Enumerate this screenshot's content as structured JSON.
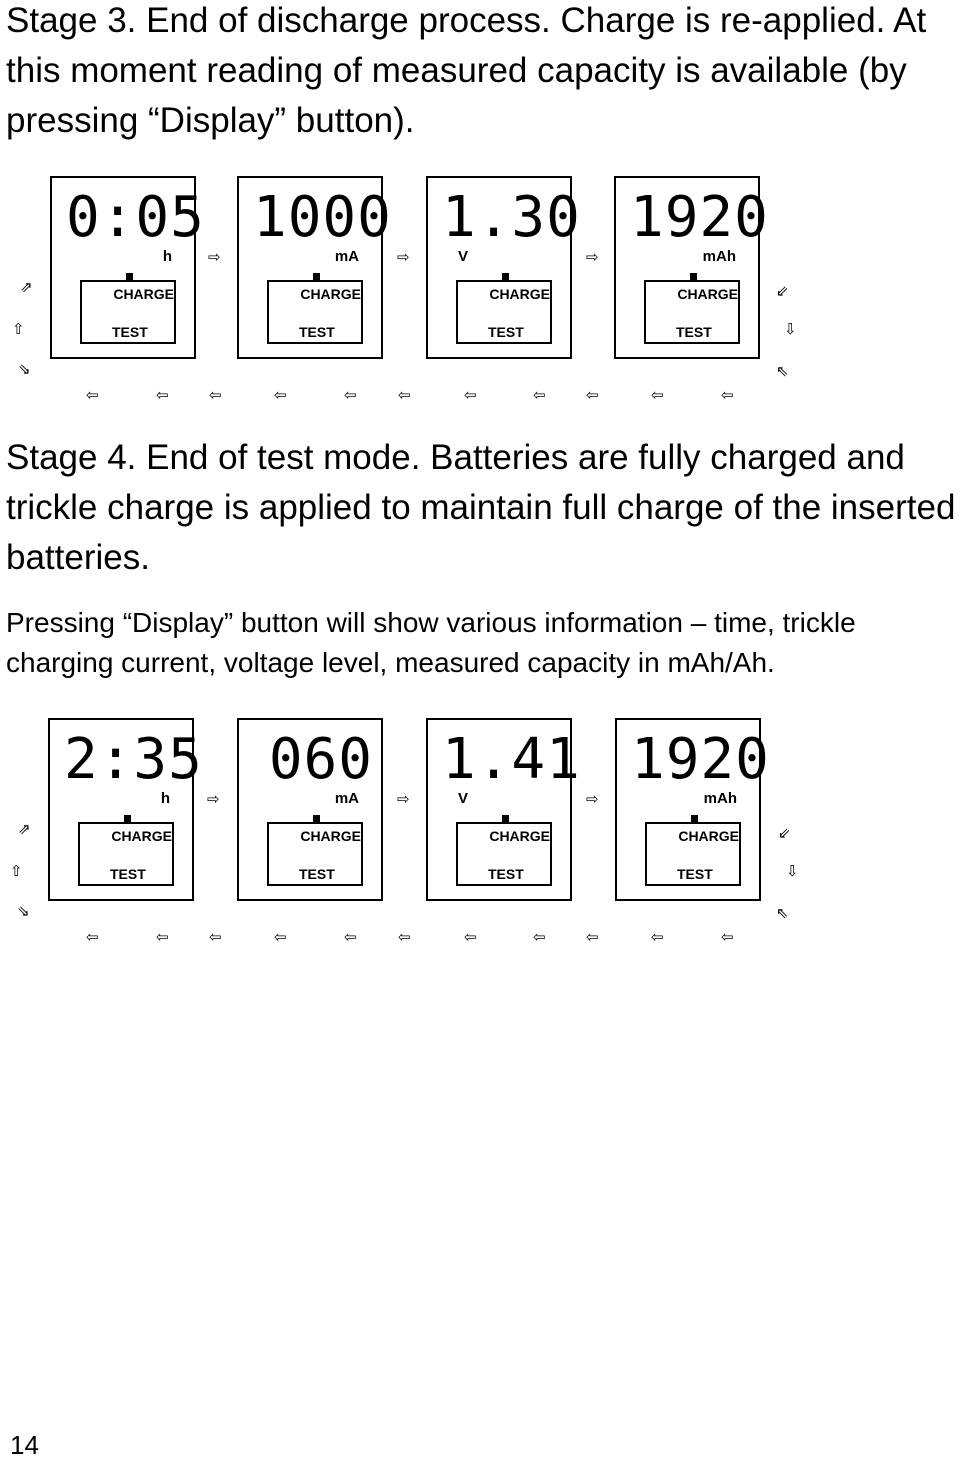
{
  "stage3": {
    "paragraph": "Stage 3. End of discharge process. Charge is re-applied. At this moment reading of measured capacity is available (by pressing “Display” button)."
  },
  "figure1": {
    "panels": [
      {
        "readout": "0:05",
        "unit": "h",
        "charge": "CHARGE",
        "test": "TEST"
      },
      {
        "readout": "1000",
        "unit": "mA",
        "charge": "CHARGE",
        "test": "TEST"
      },
      {
        "readout": "1.30",
        "unit": "V",
        "charge": "CHARGE",
        "test": "TEST"
      },
      {
        "readout": "1920",
        "unit": "mAh",
        "charge": "CHARGE",
        "test": "TEST"
      }
    ]
  },
  "stage4": {
    "paragraph": "Stage 4. End of test mode. Batteries are fully charged and trickle charge is applied to maintain full charge of the inserted batteries.",
    "info": "Pressing “Display” button will show various information – time, trickle charging current, voltage level, measured capacity in mAh/Ah."
  },
  "figure2": {
    "panels": [
      {
        "readout": "2:35",
        "unit": "h",
        "charge": "CHARGE",
        "test": "TEST"
      },
      {
        "readout": "060",
        "unit": "mA",
        "charge": "CHARGE",
        "test": "TEST"
      },
      {
        "readout": "1.41",
        "unit": "V",
        "charge": "CHARGE",
        "test": "TEST"
      },
      {
        "readout": "1920",
        "unit": "mAh",
        "charge": "CHARGE",
        "test": "TEST"
      }
    ]
  },
  "page_number": "14"
}
